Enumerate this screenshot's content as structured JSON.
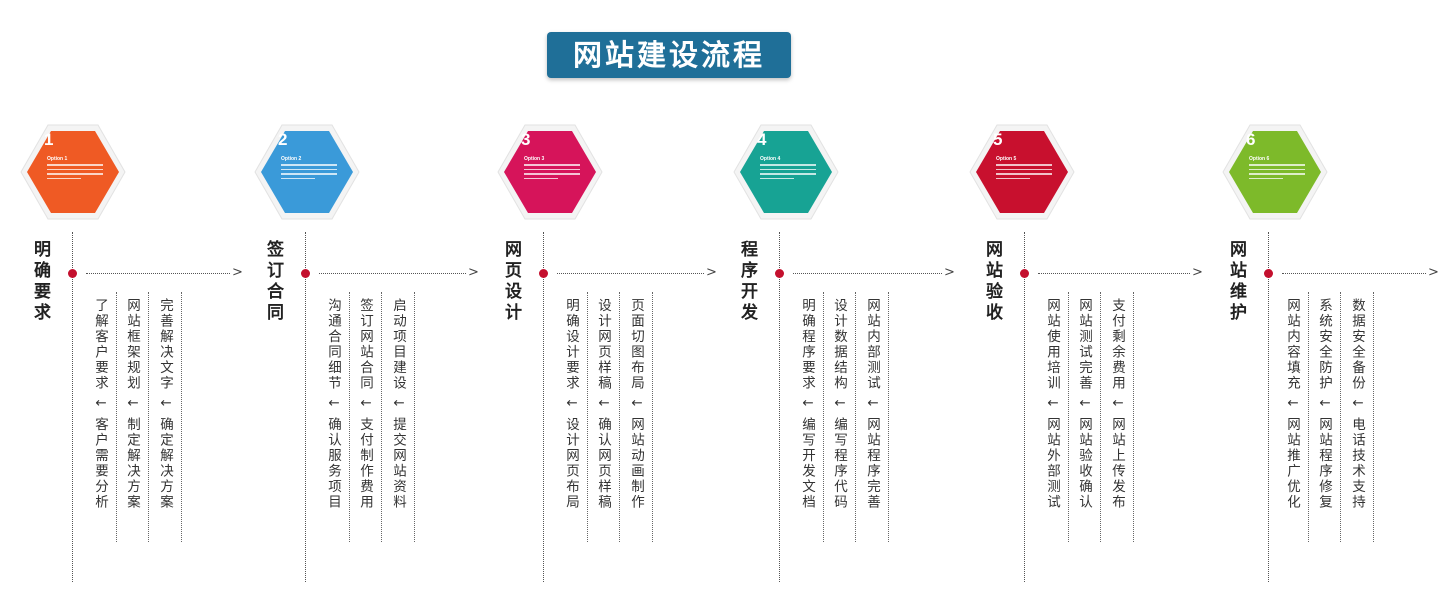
{
  "title": "网站建设流程",
  "steps": [
    {
      "num": "1",
      "option": "Option 1",
      "label": "明确要求",
      "color": "#ef5a24",
      "columns": [
        "了解客户要求 ↓ 客户需要分析",
        "网站框架规划 ↓ 制定解决方案",
        "完善解决文字 ↓ 确定解决方案"
      ]
    },
    {
      "num": "2",
      "option": "Option 2",
      "label": "签订合同",
      "color": "#3a9ad9",
      "columns": [
        "沟通合同细节 ↓ 确认服务项目",
        "签订网站合同 ↓ 支付制作费用",
        "启动项目建设 ↓ 提交网站资料"
      ]
    },
    {
      "num": "3",
      "option": "Option 3",
      "label": "网页设计",
      "color": "#d6145a",
      "columns": [
        "明确设计要求 ↓ 设计网页布局",
        "设计网页样稿 ↓ 确认网页样稿",
        "页面切图布局 ↓ 网站动画制作"
      ]
    },
    {
      "num": "4",
      "option": "Option 4",
      "label": "程序开发",
      "color": "#17a394",
      "columns": [
        "明确程序要求 ↓ 编写开发文档",
        "设计数据结构 ↓ 编写程序代码",
        "网站内部测试 ↓ 网站程序完善"
      ]
    },
    {
      "num": "5",
      "option": "Option 5",
      "label": "网站验收",
      "color": "#c8102e",
      "columns": [
        "网站使用培训 ↓ 网站外部测试",
        "网站测试完善 ↓ 网站验收确认",
        "支付剩余费用 ↓ 网站上传发布"
      ]
    },
    {
      "num": "6",
      "option": "Option 6",
      "label": "网站维护",
      "color": "#7dba2a",
      "columns": [
        "网站内容填充 ↓ 网站推广优化",
        "系统安全防护 ↓ 网站程序修复",
        "数据安全备份 ↓ 电话技术支持"
      ]
    }
  ],
  "arrow_symbol": ">"
}
